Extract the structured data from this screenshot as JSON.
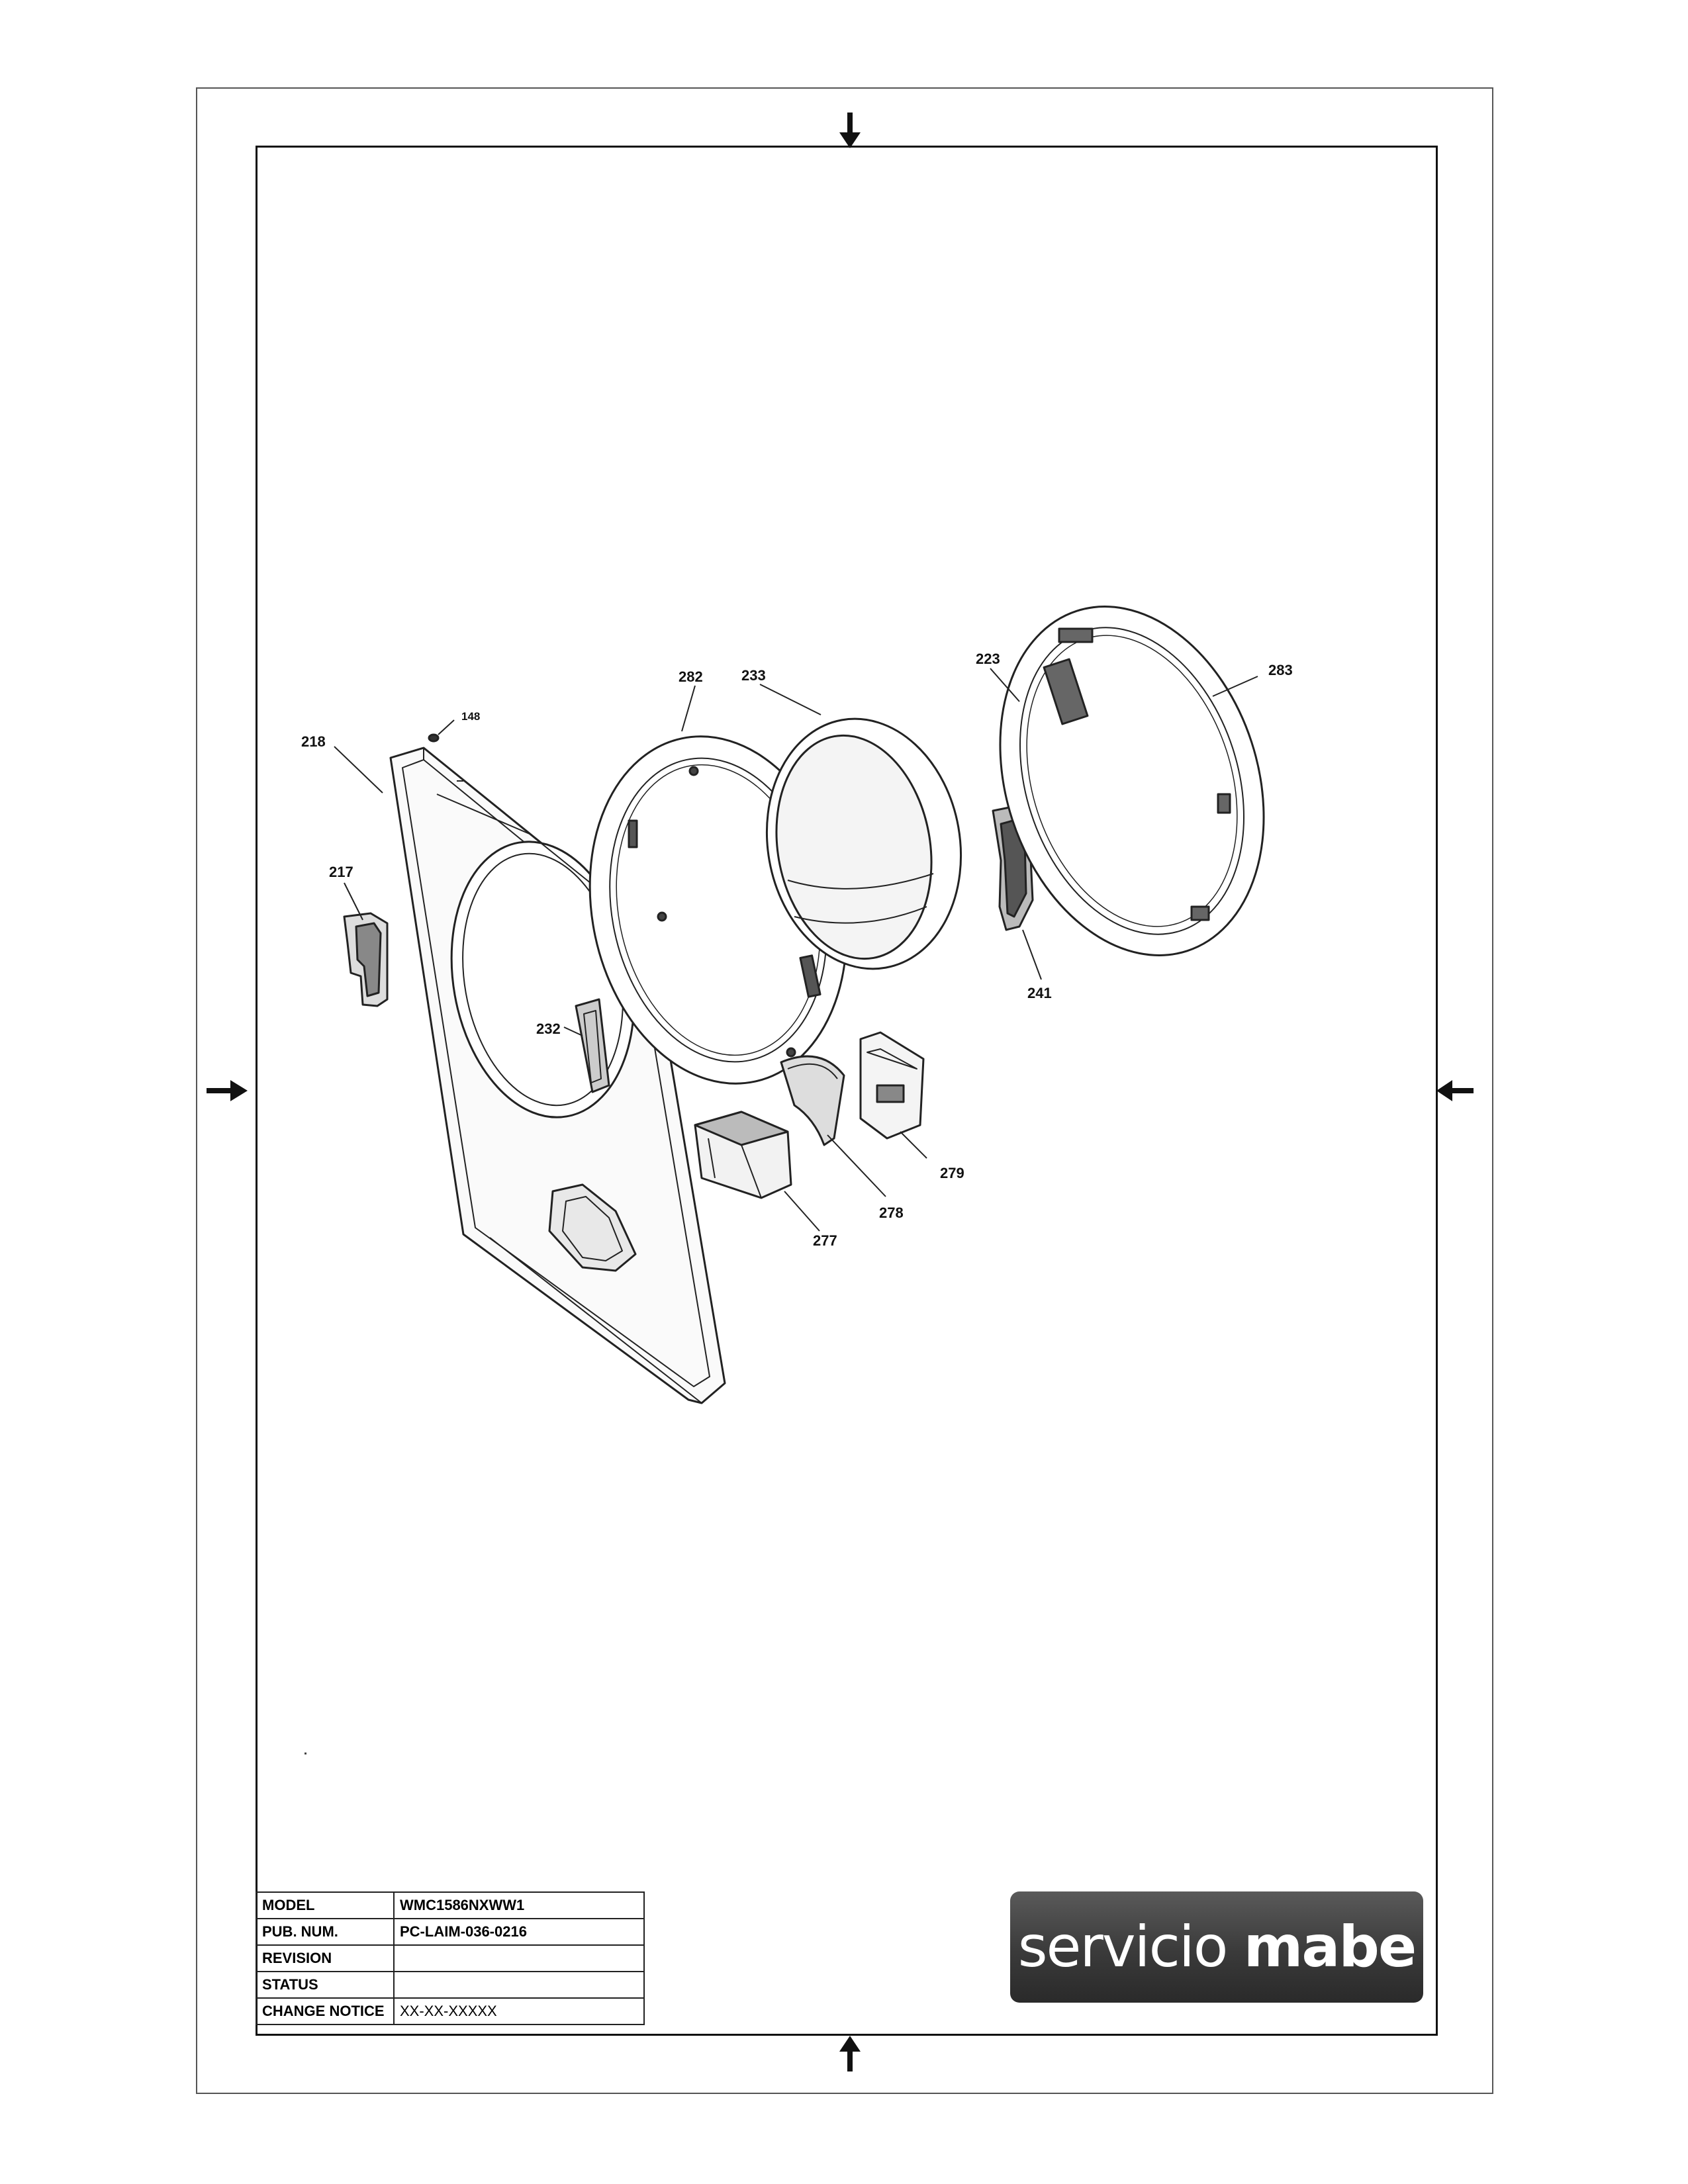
{
  "callouts": {
    "c148": "148",
    "c218": "218",
    "c217": "217",
    "c282": "282",
    "c233": "233",
    "c223": "223",
    "c283": "283",
    "c232": "232",
    "c241": "241",
    "c279": "279",
    "c278": "278",
    "c277": "277"
  },
  "title_block": {
    "rows": [
      {
        "label": "MODEL",
        "value": "WMC1586NXWW1"
      },
      {
        "label": "PUB. NUM.",
        "value": "PC-LAIM-036-0216"
      },
      {
        "label": "REVISION",
        "value": ""
      },
      {
        "label": "STATUS",
        "value": ""
      },
      {
        "label": "CHANGE NOTICE",
        "value": "XX-XX-XXXXX"
      }
    ]
  },
  "logo": {
    "word1": "servicio",
    "word2": "mabe"
  }
}
